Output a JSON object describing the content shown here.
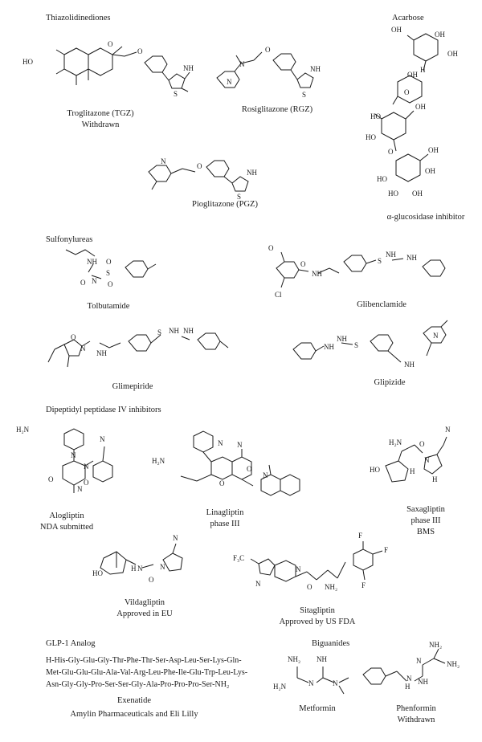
{
  "sections": {
    "tzd": "Thiazolidinediones",
    "acarbose": "Acarbose",
    "sulfonylureas": "Sulfonylureas",
    "dpp4": "Dipeptidyl peptidase IV inhibitors",
    "glp1": "GLP-1 Analog",
    "biguanides": "Biguanides"
  },
  "compounds": {
    "troglitazone": {
      "name": "Troglitazone (TGZ)",
      "status": "Withdrawn"
    },
    "rosiglitazone": {
      "name": "Rosiglitazone (RGZ)"
    },
    "pioglitazone": {
      "name": "Pioglitazone (PGZ)"
    },
    "acarbose": {
      "status": "α-glucosidase inhibitor"
    },
    "tolbutamide": {
      "name": "Tolbutamide"
    },
    "glibenclamide": {
      "name": "Glibenclamide"
    },
    "glimepiride": {
      "name": "Glimepiride"
    },
    "glipizide": {
      "name": "Glipizide"
    },
    "alogliptin": {
      "name": "Alogliptin",
      "status": "NDA submitted"
    },
    "linagliptin": {
      "name": "Linagliptin",
      "status": "phase III"
    },
    "saxagliptin": {
      "name": "Saxagliptin",
      "status": "phase III",
      "sponsor": "BMS"
    },
    "vildagliptin": {
      "name": "Vildagliptin",
      "status": "Approved in EU"
    },
    "sitagliptin": {
      "name": "Sitagliptin",
      "status": "Approved by US FDA"
    },
    "exenatide": {
      "name": "Exenatide",
      "sponsor": "Amylin Pharmaceuticals and Eli Lilly"
    },
    "metformin": {
      "name": "Metformin"
    },
    "phenformin": {
      "name": "Phenformin",
      "status": "Withdrawn"
    }
  },
  "glp1_sequence": {
    "line1": "H-His-Gly-Glu-Gly-Thr-Phe-Thr-Ser-Asp-Leu-Ser-Lys-Gln-",
    "line2": "Met-Glu-Glu-Glu-Ala-Val-Arg-Leu-Phe-Ile-Glu-Trp-Leu-Lys-",
    "line3": "Asn-Gly-Gly-Pro-Ser-Ser-Gly-Ala-Pro-Pro-Pro-Ser-NH₂"
  },
  "atoms": {
    "HO": "HO",
    "O": "O",
    "N": "N",
    "S": "S",
    "NH": "NH",
    "H": "H",
    "Cl": "Cl",
    "OH": "OH",
    "H2N": "H₂N",
    "NH2": "NH₂",
    "CF3": "F₃C",
    "F": "F"
  }
}
